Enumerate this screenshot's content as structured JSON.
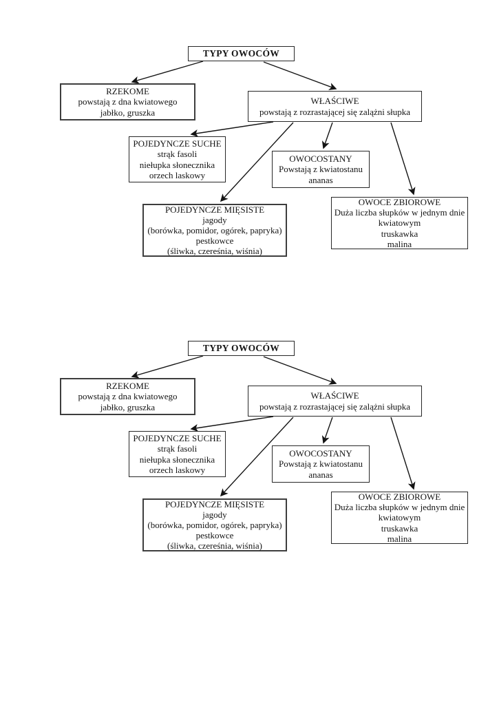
{
  "document": {
    "paper_color": "#ffffff",
    "ink_color": "#141414",
    "diagram_repeated": "2"
  },
  "diagram": {
    "nodes": {
      "typy": {
        "lines": [
          "TYPY OWOCÓW"
        ]
      },
      "rzekome": {
        "lines": [
          "RZEKOME",
          "powstają z dna kwiatowego",
          "jabłko, gruszka"
        ]
      },
      "wlasciwe": {
        "lines": [
          "WŁAŚCIWE",
          "powstają z rozrastającej się zalążni słupka"
        ]
      },
      "pojedyncze_suche": {
        "lines": [
          "POJEDYNCZE SUCHE",
          "strąk fasoli",
          "niełupka słonecznika",
          "orzech laskowy"
        ]
      },
      "owocostany": {
        "lines": [
          "OWOCOSTANY",
          "Powstają z kwiatostanu",
          "ananas"
        ]
      },
      "pojedyncze_miesiste": {
        "lines": [
          "POJEDYNCZE MIĘSISTE",
          "jagody",
          "(borówka, pomidor, ogórek, papryka)",
          "pestkowce",
          "(śliwka, czereśnia, wiśnia)"
        ]
      },
      "owoce_zbiorowe": {
        "lines": [
          "OWOCE ZBIOROWE",
          "Duża liczba słupków w jednym dnie",
          "kwiatowym",
          "truskawka",
          "malina"
        ]
      }
    },
    "edges": [
      {
        "from": "typy",
        "to": "rzekome"
      },
      {
        "from": "typy",
        "to": "wlasciwe"
      },
      {
        "from": "wlasciwe",
        "to": "pojedyncze_suche"
      },
      {
        "from": "wlasciwe",
        "to": "pojedyncze_miesiste"
      },
      {
        "from": "wlasciwe",
        "to": "owocostany"
      },
      {
        "from": "wlasciwe",
        "to": "owoce_zbiorowe"
      }
    ]
  }
}
